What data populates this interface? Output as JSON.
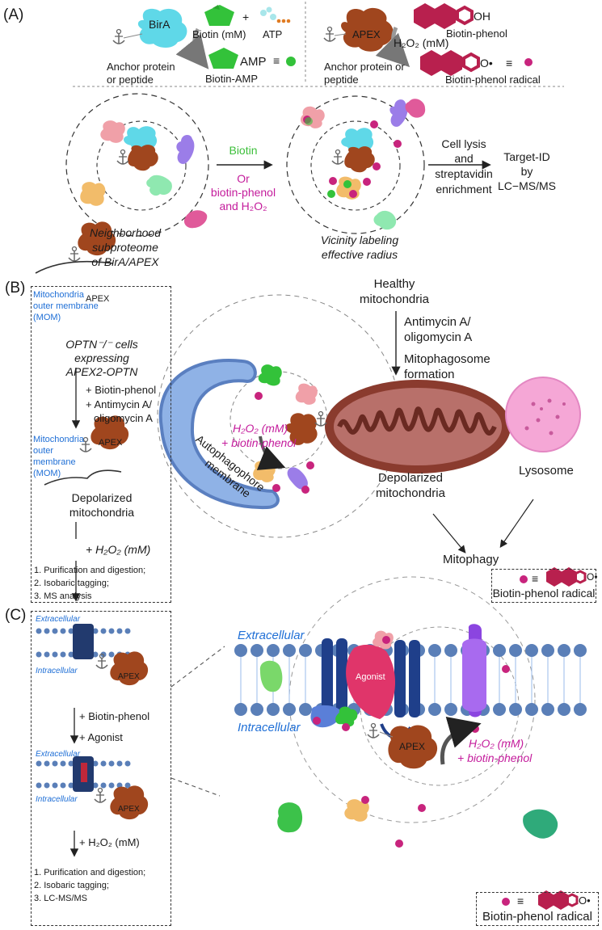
{
  "panels": {
    "a": "(A)",
    "b": "(B)",
    "c": "(C)"
  },
  "a_top": {
    "bira": "BirA",
    "biotin_mm": "Biotin (mM)",
    "plus": "+",
    "atp": "ATP",
    "amp": "AMP",
    "equiv": "≡",
    "biotin_amp": "Biotin-AMP",
    "anchor_left_1": "Anchor protein",
    "anchor_left_2": "or peptide",
    "apex": "APEX",
    "oh": "OH",
    "biotin_phenol": "Biotin-phenol",
    "h2o2_mm": "H₂O₂ (mM)",
    "anchor_right_1": "Anchor protein or",
    "anchor_right_2": "peptide",
    "o_dot": "O•",
    "radical": "Biotin-phenol radical"
  },
  "a_mid": {
    "biotin": "Biotin",
    "or": "Or",
    "bp1": "biotin-phenol",
    "bp2": "and H₂O₂",
    "lysis1": "Cell lysis",
    "lysis2": "and",
    "lysis3": "streptavidin",
    "lysis4": "enrichment",
    "target1": "Target-ID",
    "target2": "by",
    "target3": "LC−MS/MS",
    "neigh1": "Neighborhood",
    "neigh2": "subproteome",
    "neigh3": "of BirA/APEX",
    "vic1": "Vicinity labeling",
    "vic2": "effective radius"
  },
  "b": {
    "mom1": "Mitochondria",
    "mom2": "outer membrane",
    "mom3": "(MOM)",
    "apex": "APEX",
    "optn1": "OPTN⁻/⁻ cells",
    "optn2": "expressing",
    "optn3": "APEX2-OPTN",
    "step1a": "+ Biotin-phenol",
    "step1b": "+ Antimycin A/",
    "step1c": "oligomycin A",
    "mom2_1": "Mitochondria",
    "mom2_2": "outer",
    "mom2_3": "membrane",
    "mom2_4": "(MOM)",
    "depol1": "Depolarized",
    "depol2": "mitochondria",
    "h2o2": "+ H₂O₂ (mM)",
    "list1": "1. Purification and digestion;",
    "list2": "2. Isobaric tagging;",
    "list3": "3. MS analysis",
    "healthy1": "Healthy",
    "healthy2": "mitochondria",
    "anti1": "Antimycin A/",
    "anti2": "oligomycin A",
    "mitoform1": "Mitophagosome",
    "mitoform2": "formation",
    "h2o2_center": "H₂O₂ (mM)",
    "bp_center": "+ biotin-phenol",
    "autophago1": "Autophagophore",
    "autophago2": "membrane",
    "depolm1": "Depolarized",
    "depolm2": "mitochondria",
    "lysosome": "Lysosome",
    "mitophagy": "Mitophagy",
    "legend_equiv": "≡",
    "legend_o": "O•",
    "legend_label": "Biotin-phenol radical"
  },
  "c": {
    "extra": "Extracellular",
    "intra": "Intracellular",
    "apex": "APEX",
    "step1": "+ Biotin-phenol",
    "step2": "+ Agonist",
    "extra2": "Extracellular",
    "intra2": "Intracellular",
    "apex2": "APEX",
    "h2o2": "+ H₂O₂ (mM)",
    "list1": "1. Purification and digestion;",
    "list2": "2. Isobaric tagging;",
    "list3": "3. LC-MS/MS",
    "big_extra": "Extracellular",
    "big_intra": "Intracellular",
    "agonist": "Agonist",
    "big_apex": "APEX",
    "h2o2_big": "H₂O₂ (mM)",
    "bp_big": "+ biotin-phenol",
    "legend_equiv": "≡",
    "legend_o": "O•",
    "legend_label": "Biotin-phenol radical"
  },
  "colors": {
    "apex": "#a0461e",
    "bira": "#5fd8e8",
    "biotin": "#33c23a",
    "radical": "#c8247d",
    "phenol": "#b8204e",
    "membrane_blue": "#8fb2e6",
    "mito": "#7a3b2e",
    "lyso": "#f5a7d6",
    "bead": "#5577a8"
  },
  "icons": [
    "anchor-icon",
    "protein-blob-icon",
    "pentagon-biotin-icon",
    "hexagon-phenol-icon",
    "mitochondrion-icon",
    "lysosome-icon",
    "gpcr-icon"
  ]
}
